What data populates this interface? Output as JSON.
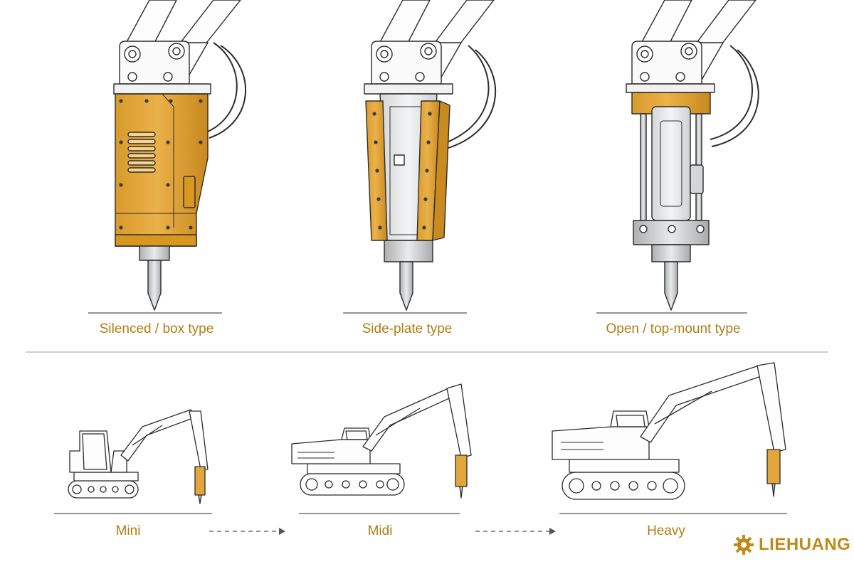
{
  "breaker_types": [
    {
      "label": "Silenced / box type"
    },
    {
      "label": "Side-plate type"
    },
    {
      "label": "Open / top-mount type"
    }
  ],
  "carrier_sizes": [
    {
      "label": "Mini"
    },
    {
      "label": "Midi"
    },
    {
      "label": "Heavy"
    }
  ],
  "brand": {
    "name": "LIEHUANG",
    "icon": "gear-icon"
  },
  "colors": {
    "accent": "#e3a63a",
    "accent_dark": "#b07d12",
    "line": "#2c2c2c",
    "steel": "#c9cbcd",
    "divider": "#b5b5b5"
  }
}
